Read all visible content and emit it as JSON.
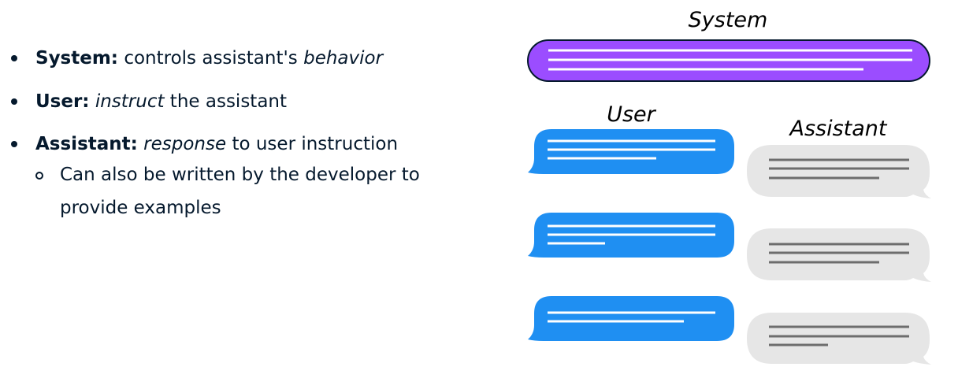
{
  "bullets": {
    "system": {
      "term": "System:",
      "text_before": " controls assistant's ",
      "emphasis": "behavior"
    },
    "user": {
      "term": "User:",
      "emphasis": "instruct",
      "text_after": " the assistant"
    },
    "assistant": {
      "term": "Assistant:",
      "emphasis": "response",
      "text_after": " to user instruction",
      "sub_line_1": "Can also be written by the developer to",
      "sub_line_2": "provide examples"
    }
  },
  "diagram": {
    "system_label": "System",
    "user_label": "User",
    "assistant_label": "Assistant",
    "colors": {
      "system_bubble": "#9b4dff",
      "user_bubble": "#1f8ff2",
      "assistant_bubble": "#e6e6e6",
      "text_line_light": "#ffffff",
      "text_line_dark": "#6d6d6d",
      "outline": "#05192d"
    },
    "user_messages": [
      {
        "line_count": 3
      },
      {
        "line_count": 3
      },
      {
        "line_count": 2
      }
    ],
    "assistant_messages": [
      {
        "line_count": 3
      },
      {
        "line_count": 3
      },
      {
        "line_count": 3
      }
    ]
  }
}
